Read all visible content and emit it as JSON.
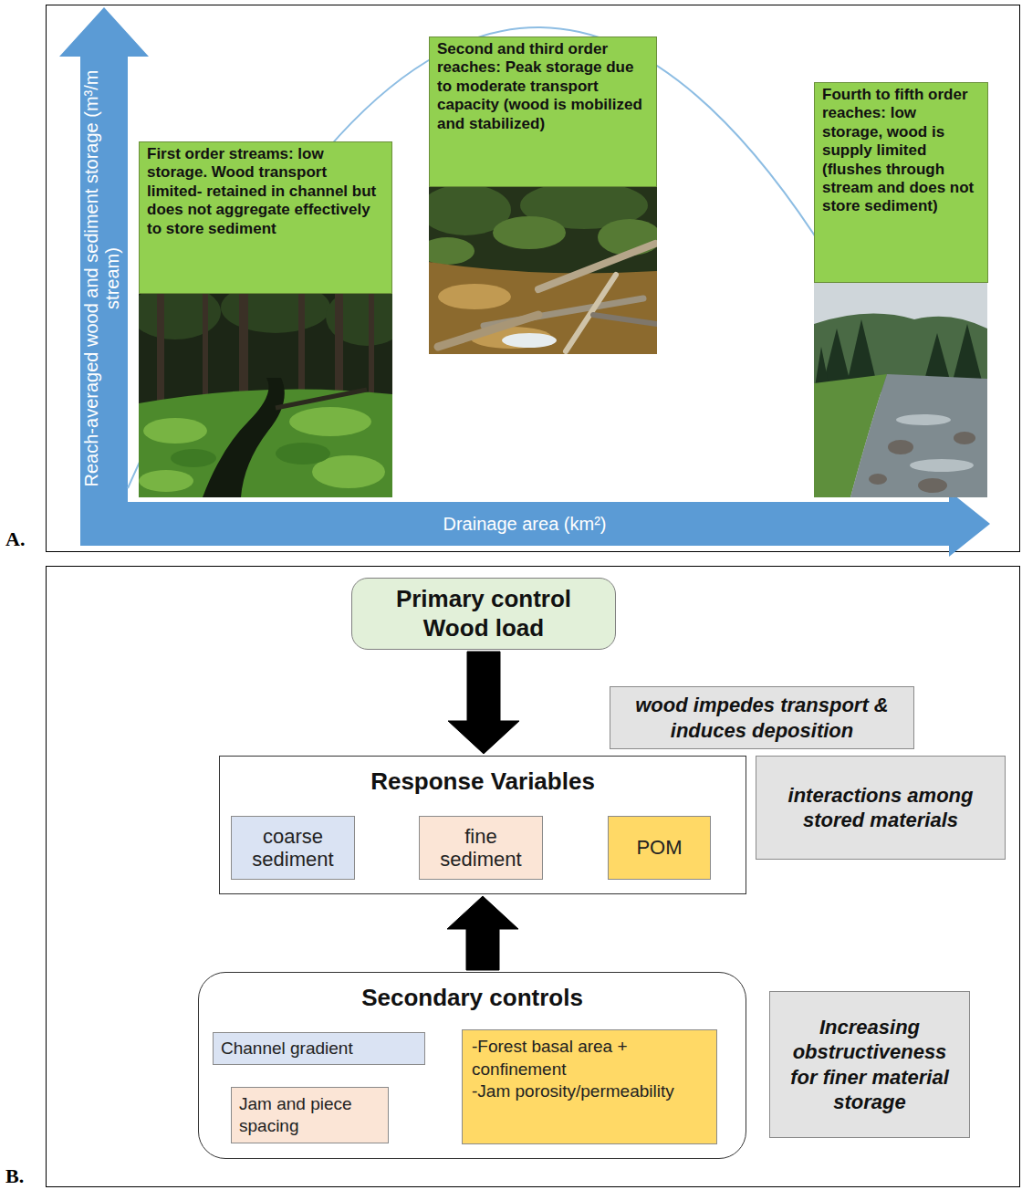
{
  "diagram": {
    "nodes": [
      {
        "text": [
          "First order streams: low storage. Wood transport limited- retained in channel but does not aggregate effectively to store sediment"
        ]
      },
      {
        "text": [
          "Second and third order reaches: Peak storage due to moderate transport capacity (wood is mobilized and stabilized)"
        ]
      },
      {
        "text": [
          "Fourth to fifth order reaches: low storage, wood is supply limited (flushes through stream and does not store sediment)"
        ]
      },
      {
        "text": [
          "Primary control",
          "Wood load"
        ]
      },
      {
        "text": [
          "Response Variables"
        ]
      },
      {
        "text": [
          "coarse sediment"
        ],
        "in": 4
      },
      {
        "text": [
          "fine sediment"
        ],
        "in": 4
      },
      {
        "text": [
          "POM"
        ],
        "in": 4
      },
      {
        "text": [
          "Secondary controls"
        ]
      },
      {
        "text": [
          "Channel gradient"
        ],
        "in": 8
      },
      {
        "text": [
          "Jam and piece spacing"
        ],
        "in": 8
      },
      {
        "text": [
          "-Forest basal area + confinement",
          "-Jam porosity/permeability"
        ],
        "in": 8
      },
      {
        "text": [
          "wood impedes transport & induces deposition"
        ]
      },
      {
        "text": [
          "interactions among stored materials"
        ]
      },
      {
        "text": [
          "Increasing obstructiveness for finer material storage"
        ]
      }
    ],
    "edges": [
      {
        "from": 3,
        "to": 4,
        "arrow": "to"
      },
      {
        "from": 8,
        "to": 4,
        "arrow": "to"
      },
      {
        "from": 5,
        "to": 6,
        "arrow": "to"
      },
      {
        "from": 6,
        "to": 7,
        "arrow": "to"
      }
    ],
    "labels": [
      "A.",
      "B.",
      "Reach-averaged wood and sediment storage (m³/m stream)",
      "Drainage area (km²)"
    ]
  }
}
